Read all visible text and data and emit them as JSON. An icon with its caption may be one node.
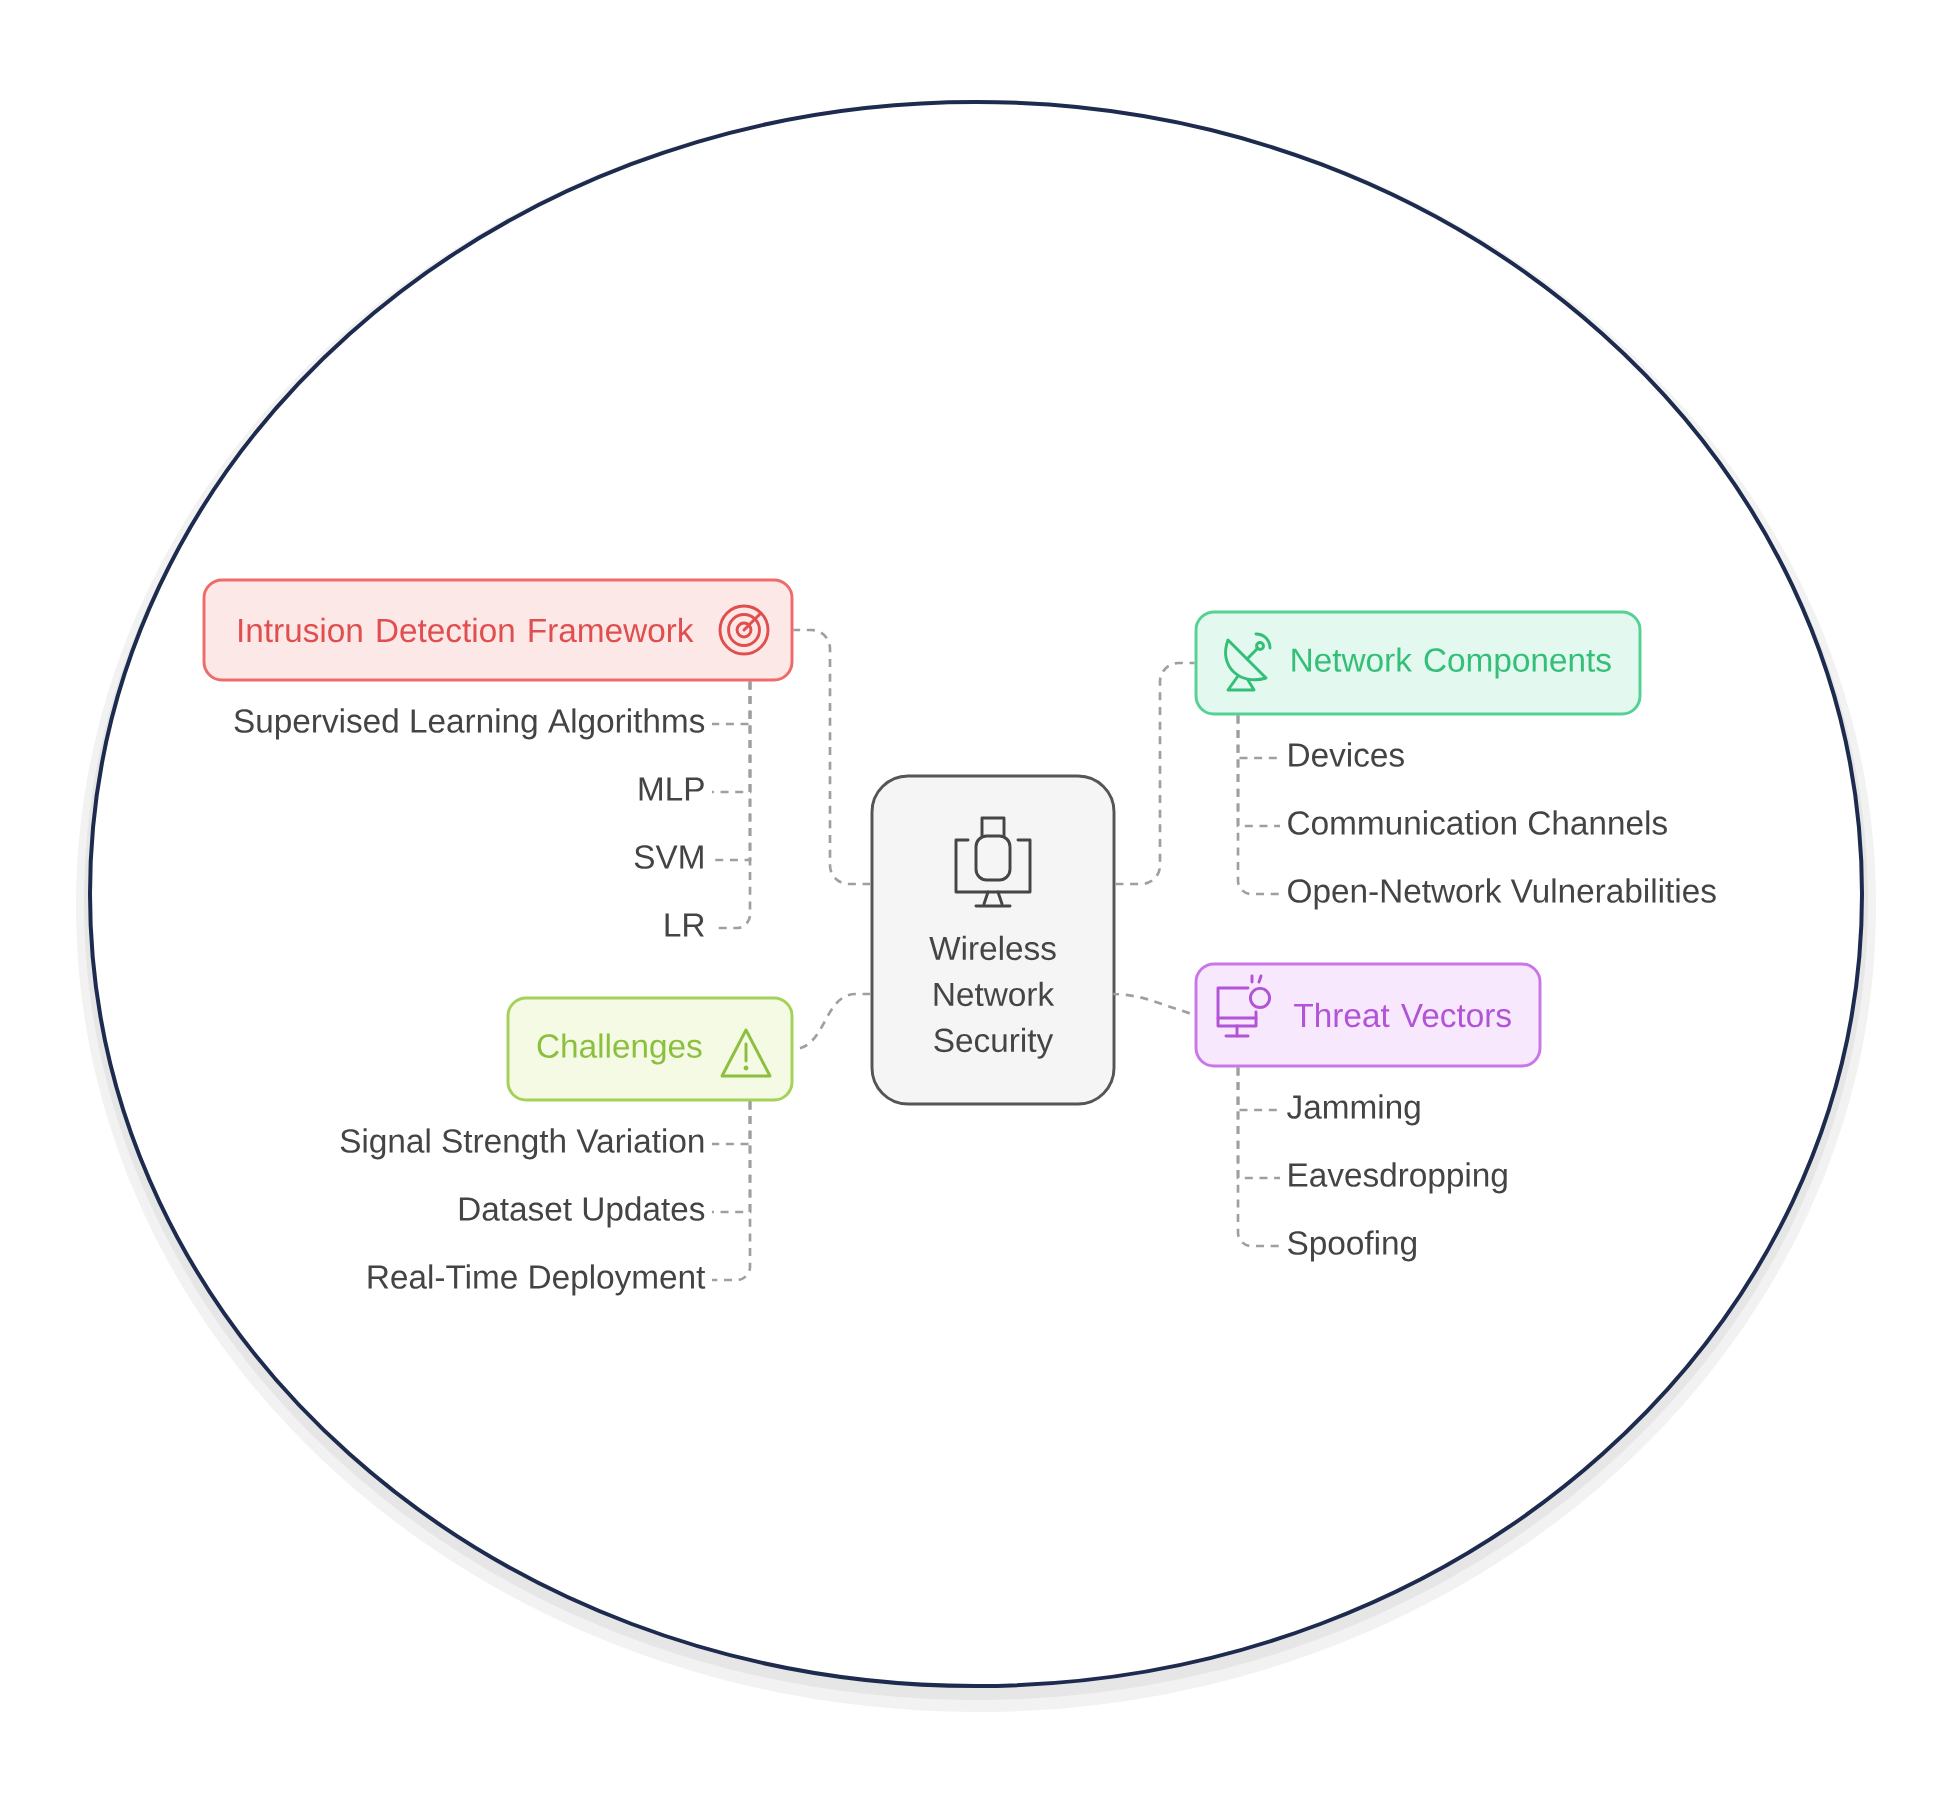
{
  "diagram": {
    "nodes": [
      {
        "text": [
          "Wireless Network Security"
        ]
      },
      {
        "text": [
          "Intrusion Detection Framework"
        ]
      },
      {
        "text": [
          "Supervised Learning Algorithms"
        ]
      },
      {
        "text": [
          "MLP"
        ]
      },
      {
        "text": [
          "SVM"
        ]
      },
      {
        "text": [
          "LR"
        ]
      },
      {
        "text": [
          "Challenges"
        ]
      },
      {
        "text": [
          "Signal Strength Variation"
        ]
      },
      {
        "text": [
          "Dataset Updates"
        ]
      },
      {
        "text": [
          "Real-Time Deployment"
        ]
      },
      {
        "text": [
          "Network Components"
        ]
      },
      {
        "text": [
          "Devices"
        ]
      },
      {
        "text": [
          "Communication Channels"
        ]
      },
      {
        "text": [
          "Open-Network Vulnerabilities"
        ]
      },
      {
        "text": [
          "Threat Vectors"
        ]
      },
      {
        "text": [
          "Jamming"
        ]
      },
      {
        "text": [
          "Eavesdropping"
        ]
      },
      {
        "text": [
          "Spoofing"
        ]
      }
    ],
    "edges": [
      {
        "from": 0,
        "to": 1,
        "arrow": "none"
      },
      {
        "from": 1,
        "to": 2,
        "arrow": "none"
      },
      {
        "from": 1,
        "to": 3,
        "arrow": "none"
      },
      {
        "from": 1,
        "to": 4,
        "arrow": "none"
      },
      {
        "from": 1,
        "to": 5,
        "arrow": "none"
      },
      {
        "from": 0,
        "to": 6,
        "arrow": "none"
      },
      {
        "from": 6,
        "to": 7,
        "arrow": "none"
      },
      {
        "from": 6,
        "to": 8,
        "arrow": "none"
      },
      {
        "from": 6,
        "to": 9,
        "arrow": "none"
      },
      {
        "from": 0,
        "to": 10,
        "arrow": "none"
      },
      {
        "from": 10,
        "to": 11,
        "arrow": "none"
      },
      {
        "from": 10,
        "to": 12,
        "arrow": "none"
      },
      {
        "from": 10,
        "to": 13,
        "arrow": "none"
      },
      {
        "from": 0,
        "to": 14,
        "arrow": "none"
      },
      {
        "from": 14,
        "to": 15,
        "arrow": "none"
      },
      {
        "from": 14,
        "to": 16,
        "arrow": "none"
      },
      {
        "from": 14,
        "to": 17,
        "arrow": "none"
      }
    ]
  }
}
